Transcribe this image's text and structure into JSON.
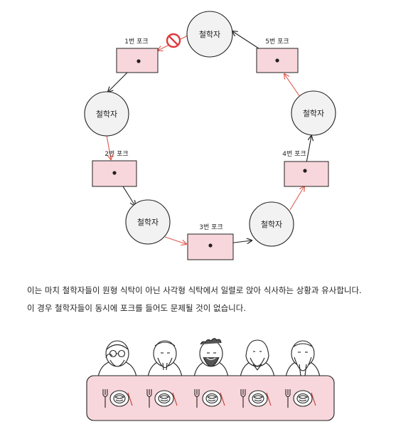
{
  "diagram": {
    "philosopher_label": "철학자",
    "forks": [
      {
        "id": "fork1",
        "label": "1번 포크"
      },
      {
        "id": "fork2",
        "label": "2번 포크"
      },
      {
        "id": "fork3",
        "label": "3번 포크"
      },
      {
        "id": "fork4",
        "label": "4번 포크"
      },
      {
        "id": "fork5",
        "label": "5번 포크"
      }
    ],
    "colors": {
      "philosopher_fill": "#f2f2f2",
      "fork_fill": "#f8d7dc",
      "red_arrow": "#e05a4f",
      "black_arrow": "#222222",
      "no_symbol": "#e0393e"
    }
  },
  "caption": {
    "line1": "이는 마치 철학자들이 원형 식탁이 아닌 사각형 식탁에서 일렬로 앉아 식사하는 상황과 유사합니다.",
    "line2": "이 경우 철학자들이 동시에 포크를 들어도 문제될 것이 없습니다."
  },
  "illustration": {
    "table_fill": "#f8d7dc",
    "people_count": 5
  }
}
